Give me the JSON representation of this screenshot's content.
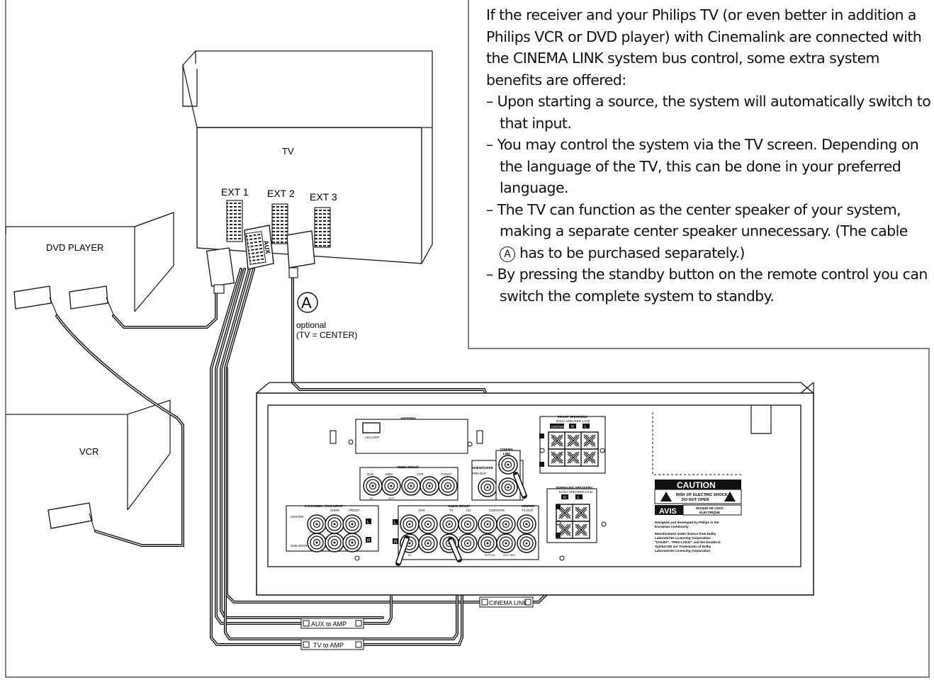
{
  "text": {
    "intro": "If the receiver and your Philips TV (or even better in addition a Philips VCR or DVD player) with Cinemalink are connected with the CINEMA LINK system bus control, some extra system benefits are offered:",
    "bullets": [
      "– Upon starting a source, the system will automatically switch to that input.",
      "– You may control the system via the TV screen. Depending on the language of the TV, this can be done in your preferred language.",
      "– The TV can function as the center speaker of your system, making a separate center speaker unnecessary. (The cable",
      "has to be purchased separately.)",
      "– By pressing the standby button on the remote control you can switch the complete system to standby."
    ],
    "circle_label": "A"
  },
  "devices": {
    "tv": "TV",
    "ext1": "EXT 1",
    "ext2": "EXT 2",
    "ext3": "EXT 3",
    "dvd": "DVD PLAYER",
    "vcr": "VCR"
  },
  "cable": {
    "marker": "A",
    "optional": "optional",
    "tv_center": "(TV = CENTER)",
    "aux_label": "AUX to AMP",
    "tv_label": "TV to AMP",
    "cinema_label": "CINEMA LINK",
    "scart_mark": "AUX"
  },
  "receiver": {
    "antenna": "ANTENNA",
    "am_loop": "AM LOOP",
    "video_inout": "VIDEO IN/OUT",
    "dvd": "DVD",
    "mon": "MON",
    "vcr": "VCR",
    "tvsat": "TV/SAT",
    "in": "IN",
    "out": "OUT",
    "in_play": "IN PLAY",
    "out_rec": "OUT REC",
    "subwoofer": "SUBWOOFER",
    "pre_out": "PRE-OUT",
    "cinema": "CINEMA",
    "link": "LINK",
    "six_ch": "6 CHANNEL / DVD INPUT",
    "center": "CENTER",
    "surr": "SURR.",
    "front": "FRONT",
    "sub_woofer": "SUB-WOOFER",
    "audio_inout": "AUDIO IN/OUT",
    "tv": "TV",
    "cd": "CD",
    "cdr_tape": "CDR/TAPE",
    "center_out": "CENTER",
    "tv_out": "TV-OUT",
    "l": "L",
    "r": "R",
    "front_speakers": "FRONT SPEAKERS",
    "each_speaker": "EACH SPEAKER ≥ 6 Ω",
    "sp_center": "CENTER",
    "caution": "CAUTION",
    "risk": "RISK OF ELECTRIC SHOCK",
    "do_not_open": "DO NOT OPEN",
    "avis": "AVIS",
    "risque": "RISQUE DE CHOC",
    "electrique": "ELECTRIQUE",
    "designed": "Designed and developed by Philips in the",
    "european": "European Community",
    "manufactured1": "Manufactured under licence from Dolby",
    "manufactured2": "Laboratories Licencing Corporation.",
    "manufactured3": "\"DOLBY\", \"PRO-LOGIC\" and the Double-D",
    "manufactured4": "Symbol DD are Trademarks of Dolby",
    "manufactured5": "Laboratories Licencing Corporation.",
    "surround_speakers": "SURROUND SPEAKERS",
    "each_speaker2": "EACH SPEAKER ≥ 6 Ω"
  }
}
